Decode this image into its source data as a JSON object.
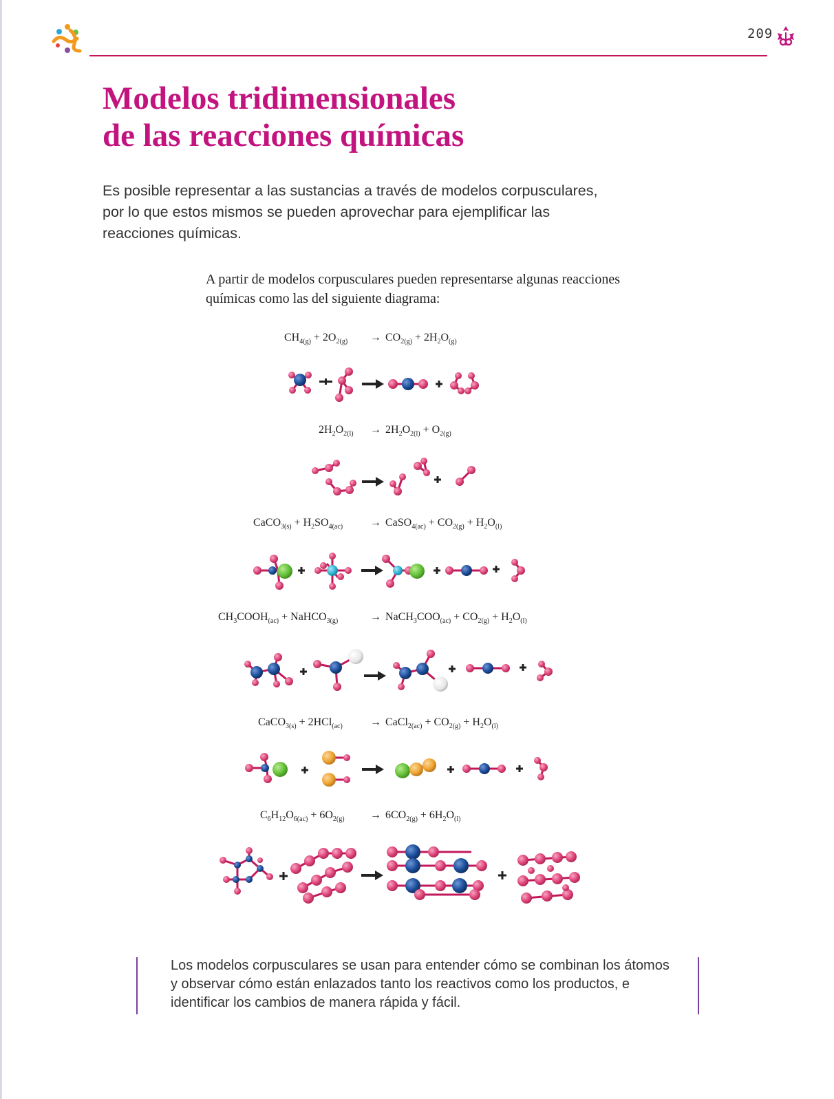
{
  "page_number": "209",
  "title": {
    "line1": "Modelos tridimensionales",
    "line2": "de las reacciones químicas"
  },
  "intro": "Es posible representar a las sustancias a través de modelos corpusculares, por lo que estos mismos se pueden aprovechar para ejemplificar las reacciones químicas.",
  "caption": "A partir de modelos corpusculares pueden representarse algunas reacciones químicas como las del siguiente diagrama:",
  "equations": [
    "CH4(g) + 2O2(g) → CO2(g) + 2H2O(g)",
    "2H2O2(l) → 2H2O2(l) + O2(g)",
    "CaCO3(s) + H2SO4(ac) → CaSO4(ac) + CO2(g) + H2O(l)",
    "CH3COOH(ac) + NaHCO3(g) → NaCH3COO(ac) + CO2(g) + H2O(l)",
    "CaCO3(s) + 2HCl(ac) → CaCl2(ac) + CO2(g) + H2O(l)",
    "C6H12O6(ac) + 6O2(g) → 6CO2(g) + 6H2O(l)"
  ],
  "note": "Los modelos corpusculares se usan para entender cómo se combinan los átomos y observar cómo están enlazados tanto los reactivos como los productos, e identificar los cambios de manera rápida y fácil.",
  "colors": {
    "title": "#c2137e",
    "rule": "#c2185b",
    "oxygen": "#e0457b",
    "carbon": "#1d4f9c",
    "calcium": "#66c23a",
    "sulfur": "#33b5d6",
    "sodium": "#e8e8e8",
    "chlorine": "#f0a635",
    "note_bar": "#7b3f9e"
  }
}
